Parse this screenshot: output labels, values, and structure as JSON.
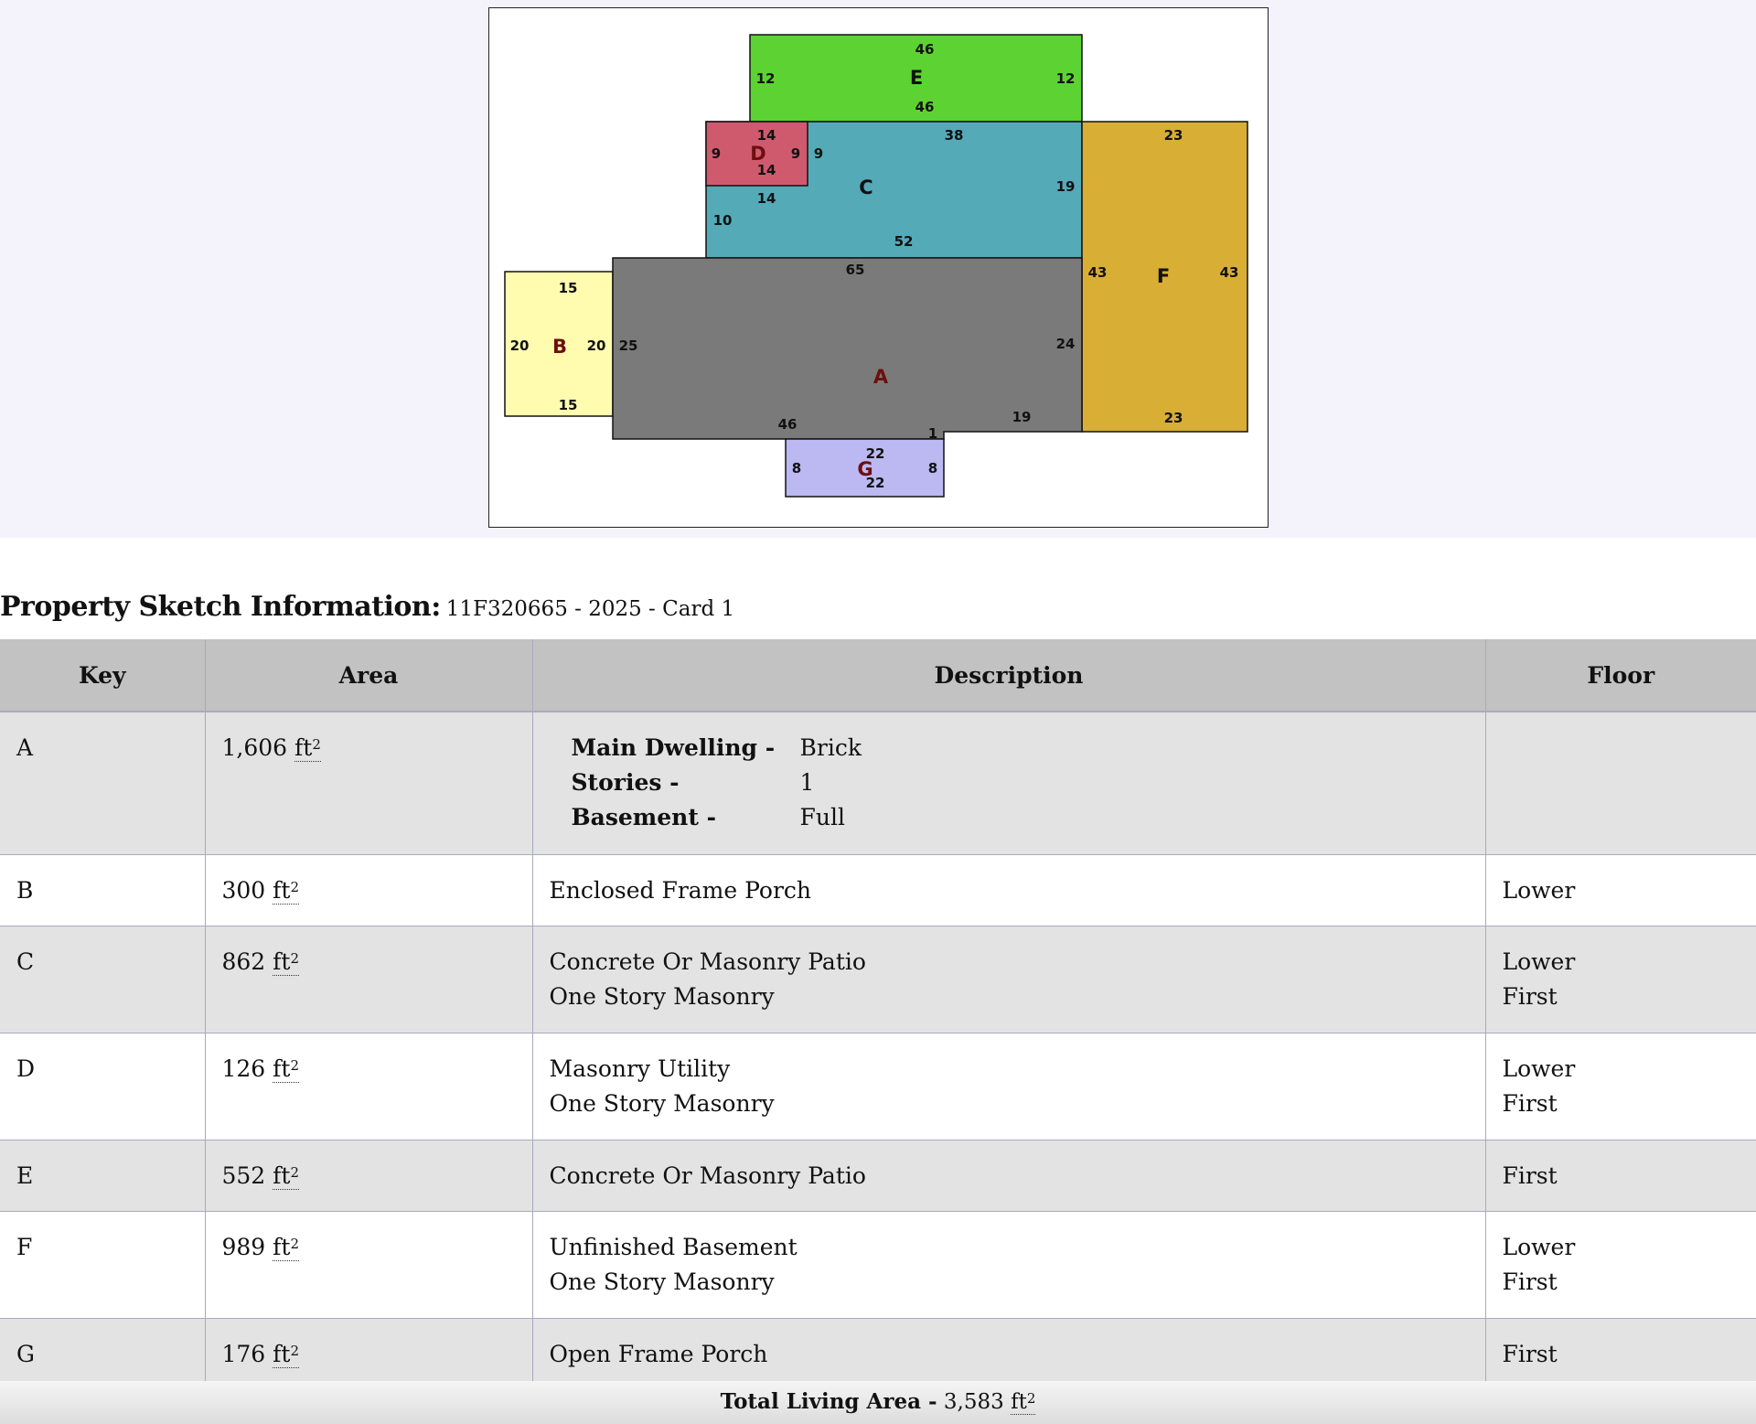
{
  "sketch": {
    "areas": [
      {
        "key": "A",
        "color": "#7a7a7a"
      },
      {
        "key": "B",
        "color": "#fffcb0"
      },
      {
        "key": "C",
        "color": "#55aab8"
      },
      {
        "key": "D",
        "color": "#cf5a6e"
      },
      {
        "key": "E",
        "color": "#5dd333"
      },
      {
        "key": "F",
        "color": "#d8ae35"
      },
      {
        "key": "G",
        "color": "#bcb8f2"
      }
    ],
    "dimensions": {
      "e_top": "46",
      "e_left": "12",
      "e_right": "12",
      "e_bottom": "46",
      "d_top": "14",
      "d_left": "9",
      "d_right": "9",
      "d_bottom": "14",
      "c_top": "38",
      "c_left_in": "9",
      "c_right": "19",
      "c_inner": "14",
      "c_left": "10",
      "c_bottom": "52",
      "f_top": "23",
      "f_left": "43",
      "f_right": "43",
      "f_bottom": "23",
      "a_top": "65",
      "a_left": "25",
      "a_right": "24",
      "a_bottom": "46",
      "a_notch": "1",
      "a_bottom_right": "19",
      "b_top": "15",
      "b_left": "20",
      "b_right": "20",
      "b_bottom": "15",
      "g_top": "22",
      "g_left": "8",
      "g_right": "8",
      "g_bottom": "22"
    }
  },
  "heading": {
    "title": "Property Sketch Information:",
    "subtitle": "11F320665 - 2025 - Card 1"
  },
  "table": {
    "headers": {
      "key": "Key",
      "area": "Area",
      "description": "Description",
      "floor": "Floor"
    },
    "unit": "ft",
    "unit_exp": "2",
    "main_dwelling": {
      "labels": [
        "Main Dwelling -",
        "Stories -",
        "Basement -"
      ],
      "values": [
        "Brick",
        "1",
        "Full"
      ]
    },
    "rows": [
      {
        "key": "A",
        "area": "1,606",
        "desc": [],
        "floor": []
      },
      {
        "key": "B",
        "area": "300",
        "desc": [
          "Enclosed Frame Porch"
        ],
        "floor": [
          "Lower"
        ]
      },
      {
        "key": "C",
        "area": "862",
        "desc": [
          "Concrete Or Masonry Patio",
          "One Story Masonry"
        ],
        "floor": [
          "Lower",
          "First"
        ]
      },
      {
        "key": "D",
        "area": "126",
        "desc": [
          "Masonry Utility",
          "One Story Masonry"
        ],
        "floor": [
          "Lower",
          "First"
        ]
      },
      {
        "key": "E",
        "area": "552",
        "desc": [
          "Concrete Or Masonry Patio"
        ],
        "floor": [
          "First"
        ]
      },
      {
        "key": "F",
        "area": "989",
        "desc": [
          "Unfinished Basement",
          "One Story Masonry"
        ],
        "floor": [
          "Lower",
          "First"
        ]
      },
      {
        "key": "G",
        "area": "176",
        "desc": [
          "Open Frame Porch"
        ],
        "floor": [
          "First"
        ]
      }
    ]
  },
  "total": {
    "label": "Total Living Area -",
    "value": "3,583"
  }
}
